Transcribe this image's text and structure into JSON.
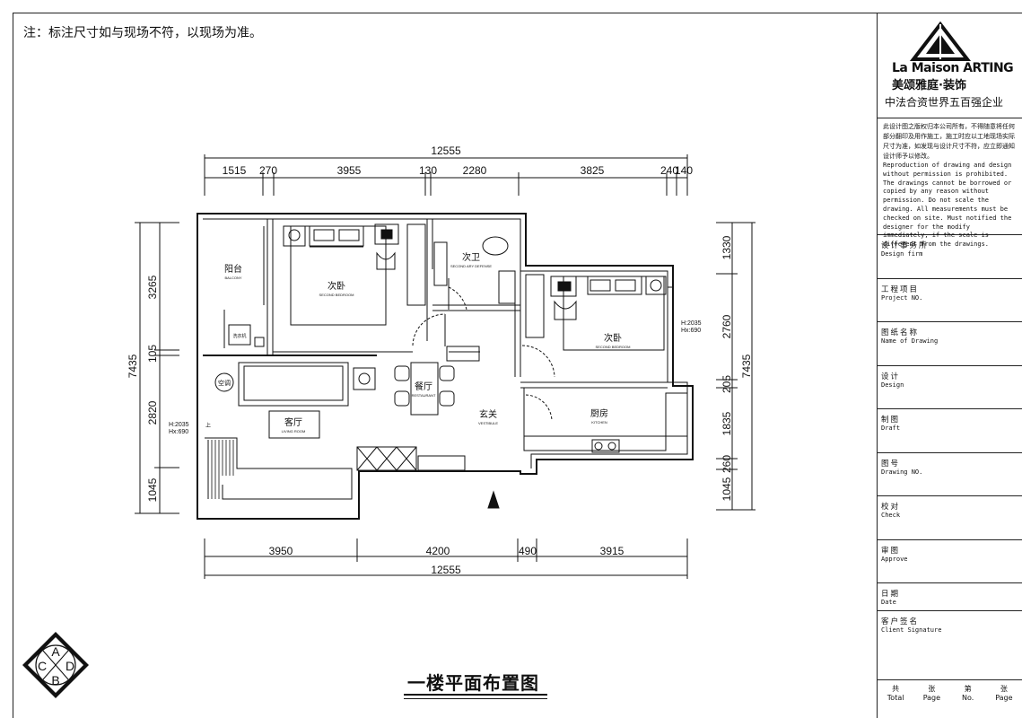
{
  "note": "注：标注尺寸如与现场不符，以现场为准。",
  "drawing_title": "一楼平面布置图",
  "compass_letters": [
    "A",
    "B",
    "C",
    "D"
  ],
  "dimensions": {
    "top_total": "12555",
    "top_segments": [
      "1515",
      "270",
      "3955",
      "130",
      "2280",
      "3825",
      "240",
      "140"
    ],
    "bottom_total": "12555",
    "bottom_segments": [
      "3950",
      "4200",
      "490",
      "3915"
    ],
    "left_total": "7435",
    "left_segments": [
      "3265",
      "105",
      "2820",
      "1045"
    ],
    "right_total": "7435",
    "right_segments": [
      "1330",
      "2760",
      "205",
      "1835",
      "260",
      "1045"
    ]
  },
  "rooms": {
    "balcony_cn": "阳台",
    "balcony_en": "BALCONY",
    "bedroom1_cn": "次卧",
    "bedroom1_en": "SECOND BEDROOM",
    "bath_cn": "次卫",
    "bath_en": "SECOND ARY DEFENSE",
    "bedroom2_cn": "次卧",
    "bedroom2_en": "SECOND BEDROOM",
    "dining_cn": "餐厅",
    "dining_en": "RESTAURANT",
    "living_cn": "客厅",
    "living_en": "LIVING ROOM",
    "foyer_cn": "玄关",
    "foyer_en": "VESTIBULE",
    "kitchen_cn": "厨房",
    "kitchen_en": "KITCHEN",
    "ac": "空调",
    "washer": "洗衣机",
    "up": "上",
    "window_h_left": "H:2035",
    "window_hx_left": "Hx:690",
    "window_h_right": "H:2035",
    "window_hx_right": "Hx:690"
  },
  "title_block": {
    "brand": "La Maison ARTING",
    "brand_cn": "美颂雅庭·装饰",
    "slogan": "中法合资世界五百强企业",
    "copyright_cn": "此设计图之版权归本公司所有，不得随意将任何部分翻印及用作施工，施工时应以工地现场实际尺寸为准，如发现与设计尺寸不符，应立即通知设计师予以修改。",
    "copyright_en": "Reproduction of drawing and design without permission is prohibited. The drawings cannot be borrowed or copied by any reason without permission. Do not scale the drawing. All measurements must be checked on site. Must notified the designer for the modify immediately, if the scale is different from the drawings.",
    "rows": [
      {
        "cn": "设计事务所",
        "en": "Design firm"
      },
      {
        "cn": "工程项目",
        "en": "Project NO."
      },
      {
        "cn": "图纸名称",
        "en": "Name of Drawing"
      },
      {
        "cn": "设计",
        "en": "Design"
      },
      {
        "cn": "制图",
        "en": "Draft"
      },
      {
        "cn": "图号",
        "en": "Drawing NO."
      },
      {
        "cn": "校对",
        "en": "Check"
      },
      {
        "cn": "审图",
        "en": "Approve"
      },
      {
        "cn": "日期",
        "en": "Date"
      },
      {
        "cn": "客户签名",
        "en": "Client Signature"
      }
    ],
    "footer": [
      {
        "cn": "共",
        "en": "Total"
      },
      {
        "cn": "张",
        "en": "Page"
      },
      {
        "cn": "第",
        "en": "No."
      },
      {
        "cn": "张",
        "en": "Page"
      }
    ]
  }
}
